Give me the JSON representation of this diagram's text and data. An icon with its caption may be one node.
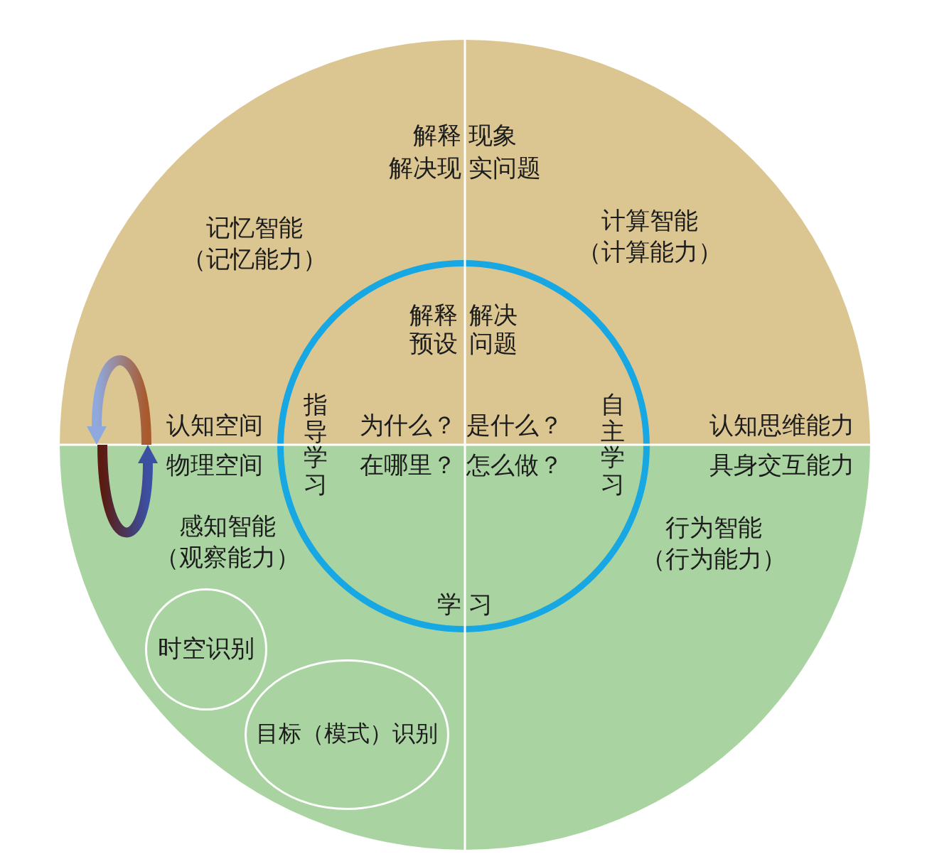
{
  "diagram": {
    "nodes": [
      {
        "text": [
          "解释 现象",
          "解决现 实问题",
          "记忆智能（记忆能力）",
          "计算智能（计算能力）",
          "认知空间",
          "认知思维能力"
        ]
      },
      {
        "text": [
          "解释预设",
          "解决问题",
          "指导学习",
          "为什么？",
          "是什么？",
          "在哪里？",
          "怎么做？",
          "自主学习",
          "学 习"
        ]
      },
      {
        "text": [
          "物理空间",
          "具身交互能力",
          "感知智能（观察能力）",
          "行为智能（行为能力）"
        ]
      },
      {
        "text": [
          "时空识别"
        ],
        "in": 2
      },
      {
        "text": [
          "目标（模式）识别"
        ],
        "in": 2
      }
    ],
    "edges": [
      {
        "from": 2,
        "to": 0,
        "arrow": "to"
      },
      {
        "from": 0,
        "to": 2,
        "arrow": "to"
      }
    ]
  }
}
